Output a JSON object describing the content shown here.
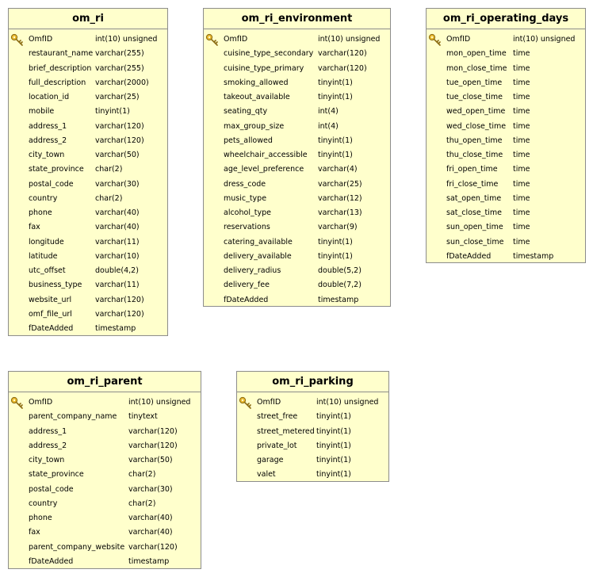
{
  "tables": [
    {
      "name": "om_ri",
      "columns": [
        {
          "name": "OmfID",
          "type": "int(10) unsigned",
          "pk": true
        },
        {
          "name": "restaurant_name",
          "type": "varchar(255)"
        },
        {
          "name": "brief_description",
          "type": "varchar(255)"
        },
        {
          "name": "full_description",
          "type": "varchar(2000)"
        },
        {
          "name": "location_id",
          "type": "varchar(25)"
        },
        {
          "name": "mobile",
          "type": "tinyint(1)"
        },
        {
          "name": "address_1",
          "type": "varchar(120)"
        },
        {
          "name": "address_2",
          "type": "varchar(120)"
        },
        {
          "name": "city_town",
          "type": "varchar(50)"
        },
        {
          "name": "state_province",
          "type": "char(2)"
        },
        {
          "name": "postal_code",
          "type": "varchar(30)"
        },
        {
          "name": "country",
          "type": "char(2)"
        },
        {
          "name": "phone",
          "type": "varchar(40)"
        },
        {
          "name": "fax",
          "type": "varchar(40)"
        },
        {
          "name": "longitude",
          "type": "varchar(11)"
        },
        {
          "name": "latitude",
          "type": "varchar(10)"
        },
        {
          "name": "utc_offset",
          "type": "double(4,2)"
        },
        {
          "name": "business_type",
          "type": "varchar(11)"
        },
        {
          "name": "website_url",
          "type": "varchar(120)"
        },
        {
          "name": "omf_file_url",
          "type": "varchar(120)"
        },
        {
          "name": "fDateAdded",
          "type": "timestamp"
        }
      ]
    },
    {
      "name": "om_ri_environment",
      "columns": [
        {
          "name": "OmfID",
          "type": "int(10) unsigned",
          "pk": true
        },
        {
          "name": "cuisine_type_secondary",
          "type": "varchar(120)"
        },
        {
          "name": "cuisine_type_primary",
          "type": "varchar(120)"
        },
        {
          "name": "smoking_allowed",
          "type": "tinyint(1)"
        },
        {
          "name": "takeout_available",
          "type": "tinyint(1)"
        },
        {
          "name": "seating_qty",
          "type": "int(4)"
        },
        {
          "name": "max_group_size",
          "type": "int(4)"
        },
        {
          "name": "pets_allowed",
          "type": "tinyint(1)"
        },
        {
          "name": "wheelchair_accessible",
          "type": "tinyint(1)"
        },
        {
          "name": "age_level_preference",
          "type": "varchar(4)"
        },
        {
          "name": "dress_code",
          "type": "varchar(25)"
        },
        {
          "name": "music_type",
          "type": "varchar(12)"
        },
        {
          "name": "alcohol_type",
          "type": "varchar(13)"
        },
        {
          "name": "reservations",
          "type": "varchar(9)"
        },
        {
          "name": "catering_available",
          "type": "tinyint(1)"
        },
        {
          "name": "delivery_available",
          "type": "tinyint(1)"
        },
        {
          "name": "delivery_radius",
          "type": "double(5,2)"
        },
        {
          "name": "delivery_fee",
          "type": "double(7,2)"
        },
        {
          "name": "fDateAdded",
          "type": "timestamp"
        }
      ]
    },
    {
      "name": "om_ri_operating_days",
      "columns": [
        {
          "name": "OmfID",
          "type": "int(10) unsigned",
          "pk": true
        },
        {
          "name": "mon_open_time",
          "type": "time"
        },
        {
          "name": "mon_close_time",
          "type": "time"
        },
        {
          "name": "tue_open_time",
          "type": "time"
        },
        {
          "name": "tue_close_time",
          "type": "time"
        },
        {
          "name": "wed_open_time",
          "type": "time"
        },
        {
          "name": "wed_close_time",
          "type": "time"
        },
        {
          "name": "thu_open_time",
          "type": "time"
        },
        {
          "name": "thu_close_time",
          "type": "time"
        },
        {
          "name": "fri_open_time",
          "type": "time"
        },
        {
          "name": "fri_close_time",
          "type": "time"
        },
        {
          "name": "sat_open_time",
          "type": "time"
        },
        {
          "name": "sat_close_time",
          "type": "time"
        },
        {
          "name": "sun_open_time",
          "type": "time"
        },
        {
          "name": "sun_close_time",
          "type": "time"
        },
        {
          "name": "fDateAdded",
          "type": "timestamp"
        }
      ]
    },
    {
      "name": "om_ri_parent",
      "columns": [
        {
          "name": "OmfID",
          "type": "int(10) unsigned",
          "pk": true
        },
        {
          "name": "parent_company_name",
          "type": "tinytext"
        },
        {
          "name": "address_1",
          "type": "varchar(120)"
        },
        {
          "name": "address_2",
          "type": "varchar(120)"
        },
        {
          "name": "city_town",
          "type": "varchar(50)"
        },
        {
          "name": "state_province",
          "type": "char(2)"
        },
        {
          "name": "postal_code",
          "type": "varchar(30)"
        },
        {
          "name": "country",
          "type": "char(2)"
        },
        {
          "name": "phone",
          "type": "varchar(40)"
        },
        {
          "name": "fax",
          "type": "varchar(40)"
        },
        {
          "name": "parent_company_website",
          "type": "varchar(120)"
        },
        {
          "name": "fDateAdded",
          "type": "timestamp"
        }
      ]
    },
    {
      "name": "om_ri_parking",
      "columns": [
        {
          "name": "OmfID",
          "type": "int(10) unsigned",
          "pk": true
        },
        {
          "name": "street_free",
          "type": "tinyint(1)"
        },
        {
          "name": "street_metered",
          "type": "tinyint(1)"
        },
        {
          "name": "private_lot",
          "type": "tinyint(1)"
        },
        {
          "name": "garage",
          "type": "tinyint(1)"
        },
        {
          "name": "valet",
          "type": "tinyint(1)"
        }
      ]
    }
  ],
  "colors": {
    "table_fill": "#ffffcc",
    "border": "#8c8c8c",
    "key_icon": "#d4a017"
  }
}
